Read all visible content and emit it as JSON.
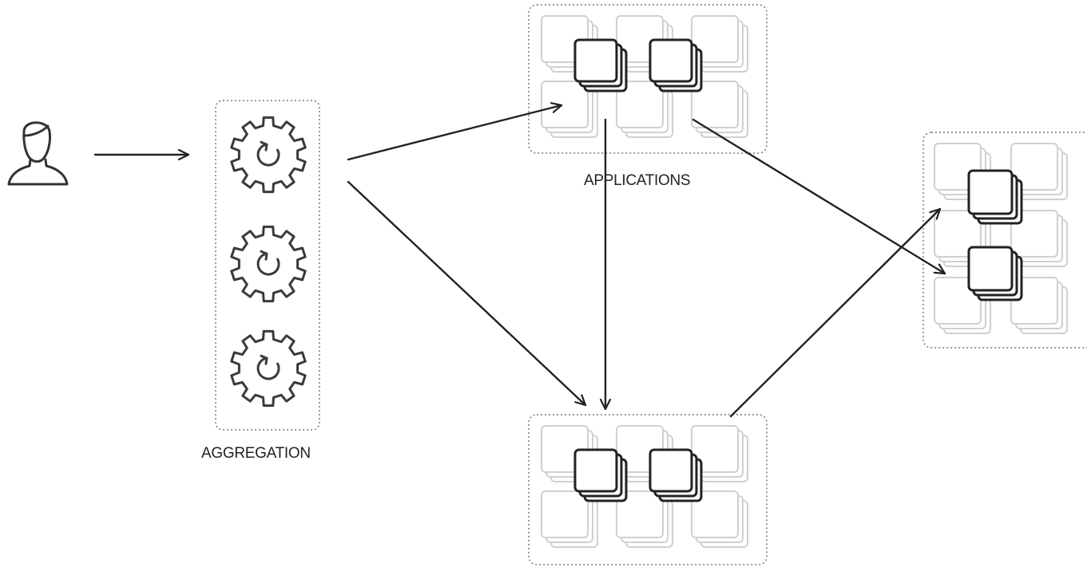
{
  "labels": {
    "aggregation": "AGGREGATION",
    "applications": "APPLICATIONS"
  },
  "colors": {
    "line": "#222222",
    "ghost": "#d0d0d0",
    "dotted_border": "#777777",
    "background": "#ffffff"
  },
  "icons": {
    "user": "user-icon",
    "gear": "gear-refresh-icon",
    "stack": "stacked-squares-icon",
    "ghost_stack": "faded-stacked-squares-icon"
  },
  "diagram": {
    "nodes": [
      "user",
      "aggregation",
      "applications",
      "bottom-group",
      "right-group"
    ],
    "edges": [
      {
        "from": "user",
        "to": "aggregation"
      },
      {
        "from": "aggregation",
        "to": "applications"
      },
      {
        "from": "aggregation",
        "to": "bottom-group"
      },
      {
        "from": "applications",
        "to": "bottom-group"
      },
      {
        "from": "applications",
        "to": "right-group"
      },
      {
        "from": "bottom-group",
        "to": "right-group"
      }
    ]
  }
}
